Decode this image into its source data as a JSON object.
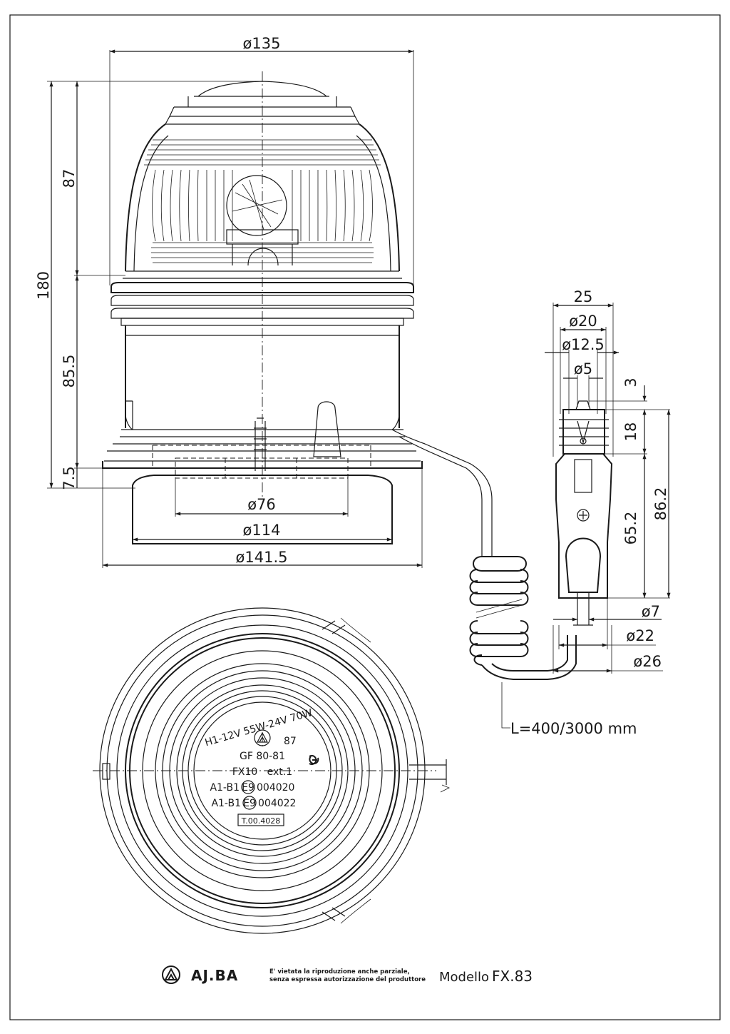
{
  "dimensions": {
    "d135": "ø135",
    "h180": "180",
    "h87": "87",
    "h85_5": "85.5",
    "h7_5": "7.5",
    "d76": "ø76",
    "d114": "ø114",
    "d141_5": "ø141.5",
    "w25": "25",
    "d20": "ø20",
    "d12_5": "ø12.5",
    "d5": "ø5",
    "h3": "3",
    "h18": "18",
    "h65_2": "65.2",
    "h86_2": "86.2",
    "d7": "ø7",
    "d22": "ø22",
    "d26": "ø26",
    "cable": "L=400/3000 mm"
  },
  "lens_markings": {
    "arc_text": "H1-12V 55W-24V 70W",
    "code87": "87",
    "gf": "GF 80-81",
    "fx": "FX10   ext.1",
    "approval1_prefix": "A1-B1",
    "approval1_e": "E9",
    "approval1_num": "004020",
    "approval2_prefix": "A1-B1",
    "approval2_e": "E9",
    "approval2_num": "004022",
    "tcode": "T.00.4028"
  },
  "footer": {
    "brand": "AJ.BA",
    "notice_line1": "E' vietata la riproduzione anche parziale,",
    "notice_line2": "senza espressa autorizzazione del produttore",
    "model_label": "Modello",
    "model_code": "FX.83"
  }
}
